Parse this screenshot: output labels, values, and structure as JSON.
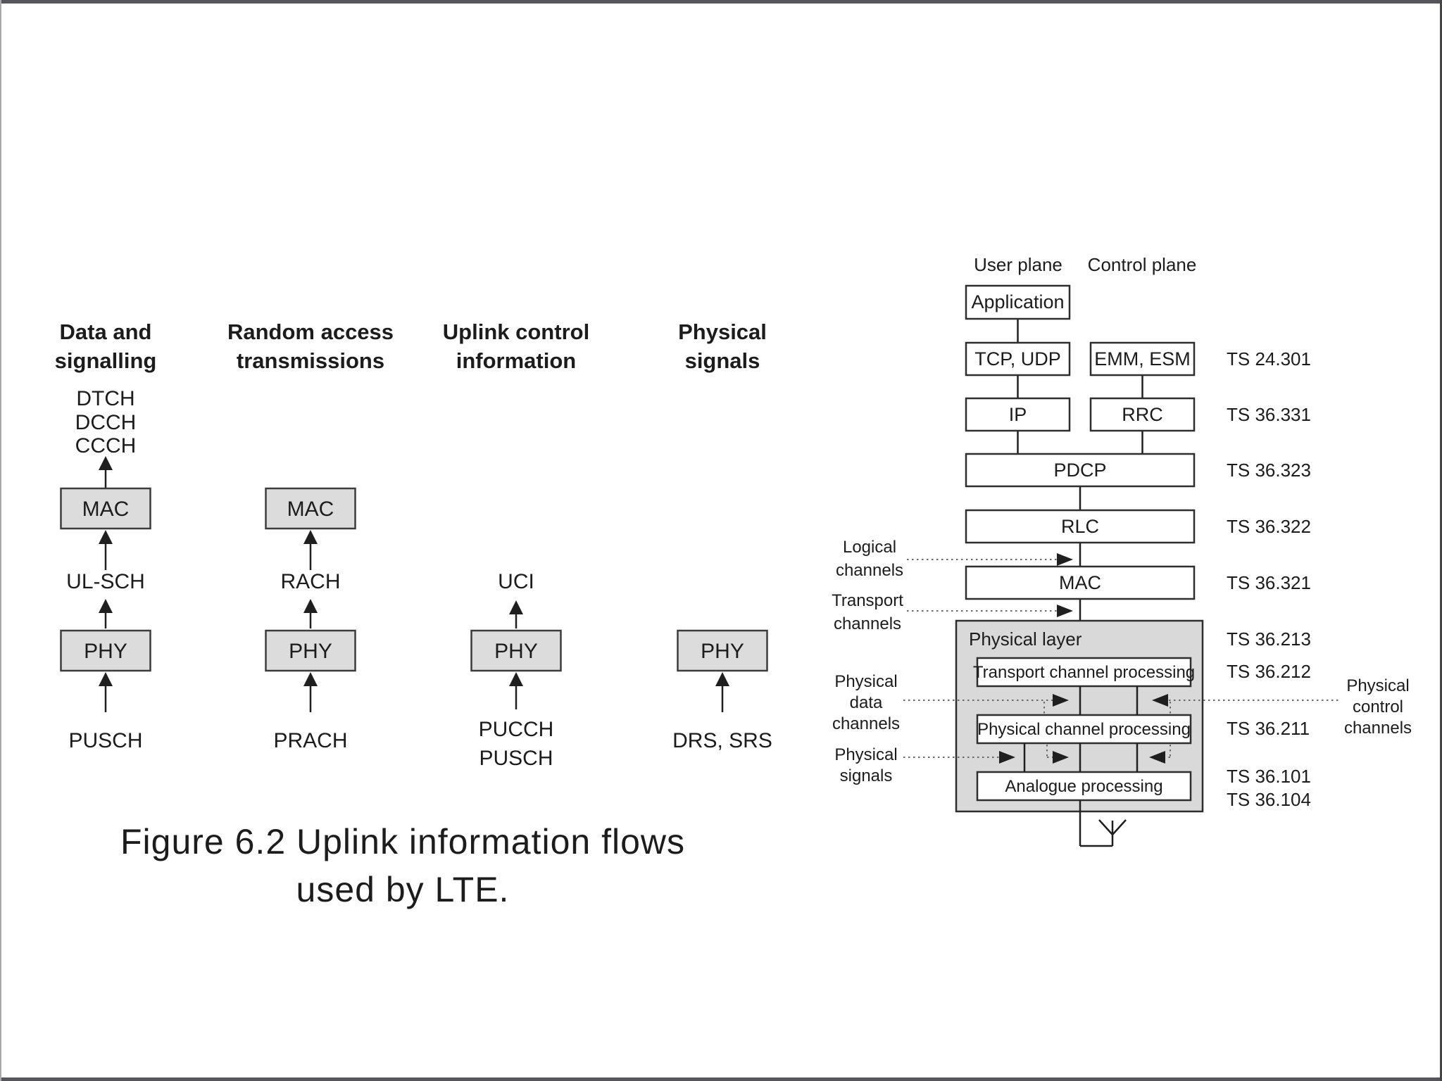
{
  "figure": {
    "caption_line1": "Figure 6.2 Uplink information flows",
    "caption_line2": "used by LTE."
  },
  "flows": {
    "col_data": {
      "title1": "Data and",
      "title2": "signalling",
      "ch1": "DTCH",
      "ch2": "DCCH",
      "ch3": "CCCH",
      "mac": "MAC",
      "transport": "UL-SCH",
      "phy": "PHY",
      "physical": "PUSCH"
    },
    "col_random": {
      "title1": "Random access",
      "title2": "transmissions",
      "mac": "MAC",
      "transport": "RACH",
      "phy": "PHY",
      "physical": "PRACH"
    },
    "col_uci": {
      "title1": "Uplink control",
      "title2": "information",
      "transport": "UCI",
      "phy": "PHY",
      "physical1": "PUCCH",
      "physical2": "PUSCH"
    },
    "col_signals": {
      "title1": "Physical",
      "title2": "signals",
      "phy": "PHY",
      "physical": "DRS, SRS"
    }
  },
  "stack": {
    "user_plane": "User plane",
    "control_plane": "Control plane",
    "boxes": {
      "application": "Application",
      "tcp_udp": "TCP, UDP",
      "emm_esm": "EMM, ESM",
      "ip": "IP",
      "rrc": "RRC",
      "pdcp": "PDCP",
      "rlc": "RLC",
      "mac": "MAC",
      "physical_layer": "Physical layer",
      "transport_processing": "Transport channel processing",
      "physical_processing": "Physical channel processing",
      "analogue_processing": "Analogue processing"
    },
    "specs": {
      "s24301": "TS 24.301",
      "s36331": "TS 36.331",
      "s36323": "TS 36.323",
      "s36322": "TS 36.322",
      "s36321": "TS 36.321",
      "s36213": "TS 36.213",
      "s36212": "TS 36.212",
      "s36211": "TS 36.211",
      "s36101": "TS 36.101",
      "s36104": "TS 36.104"
    },
    "labels": {
      "logical1": "Logical",
      "logical2": "channels",
      "transport1": "Transport",
      "transport2": "channels",
      "physdata1": "Physical",
      "physdata2": "data",
      "physdata3": "channels",
      "physsig1": "Physical",
      "physsig2": "signals",
      "physctl1": "Physical",
      "physctl2": "control",
      "physctl3": "channels"
    }
  },
  "colors": {
    "small_box_fill": "#dcdcdc",
    "container_fill": "#d9d9d9",
    "line": "#1f1f1f",
    "caption": "#8a8a8a"
  }
}
